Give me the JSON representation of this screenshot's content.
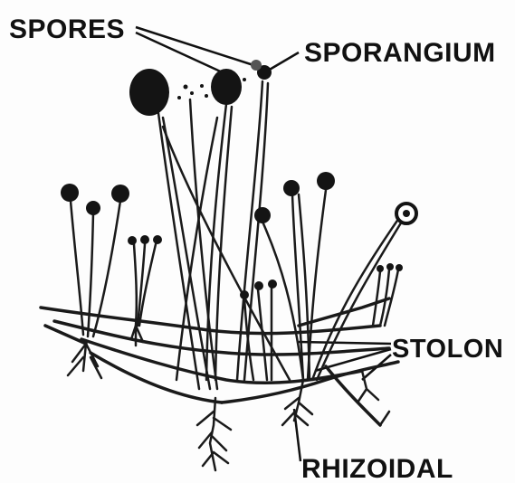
{
  "labels": {
    "spores": "SPORES",
    "sporangium": "SPORANGIUM",
    "stolon": "STOLON",
    "rhizoidal": "RHIZOIDAL"
  },
  "colors": {
    "ink": "#141414",
    "background": "#fdfdfd"
  }
}
